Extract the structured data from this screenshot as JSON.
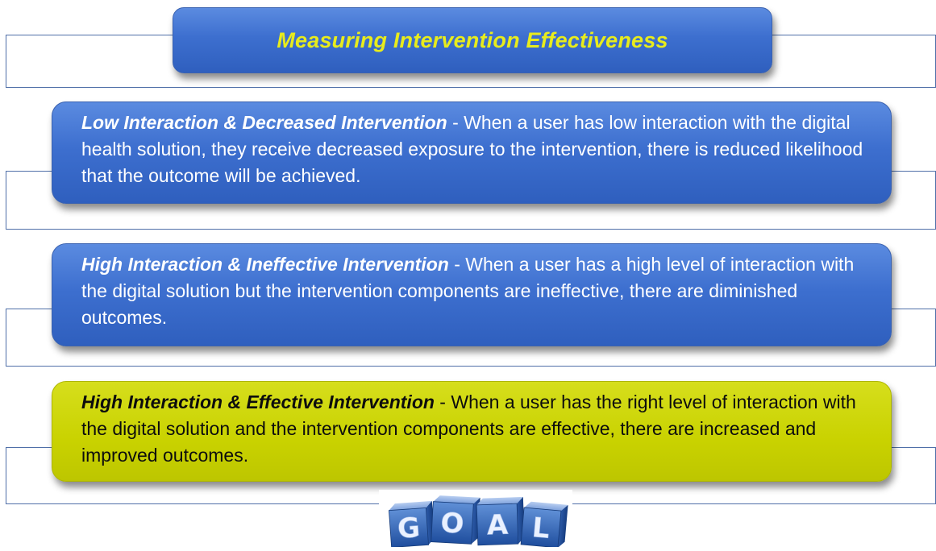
{
  "title": "Measuring Intervention Effectiveness",
  "rows": [
    {
      "lead": "Low Interaction & Decreased Intervention",
      "text": " - When a user has low interaction with the digital health solution, they receive decreased exposure to the intervention, there is reduced likelihood that the outcome will be achieved."
    },
    {
      "lead": "High Interaction & Ineffective Intervention",
      "text": " - When a user has a high level of interaction with the digital solution but the intervention components are ineffective, there are diminished outcomes."
    },
    {
      "lead": "High Interaction & Effective Intervention",
      "text": " - When a user has the right level of interaction with the digital solution and the intervention components are effective, there are increased and improved outcomes."
    }
  ],
  "goal": {
    "letters": [
      "G",
      "O",
      "A",
      "L"
    ]
  },
  "colors": {
    "blue": "#3d6fcf",
    "highlight": "#c9d200",
    "title_text": "#e8ec1c"
  }
}
